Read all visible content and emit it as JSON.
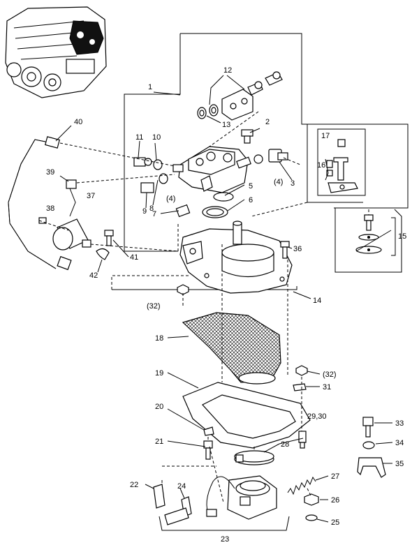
{
  "labels": {
    "p1": "1",
    "p2": "2",
    "p3": "3",
    "p4a": "(4)",
    "p4b": "(4)",
    "p5": "5",
    "p6": "6",
    "p7": "7",
    "p8": "8",
    "p9": "9",
    "p10": "10",
    "p11": "11",
    "p12": "12",
    "p13": "13",
    "p14": "14",
    "p15": "15",
    "p16": "16",
    "p17": "17",
    "p18": "18",
    "p19": "19",
    "p20": "20",
    "p21": "21",
    "p22": "22",
    "p23": "23",
    "p24": "24",
    "p25": "25",
    "p26": "26",
    "p27": "27",
    "p28": "28",
    "p2930": "29,30",
    "p31": "31",
    "p32a": "(32)",
    "p32b": "(32)",
    "p33": "33",
    "p34": "34",
    "p35": "35",
    "p36": "36",
    "p37": "37",
    "p38": "38",
    "p39": "39",
    "p40": "40",
    "p41": "41",
    "p42": "42"
  }
}
